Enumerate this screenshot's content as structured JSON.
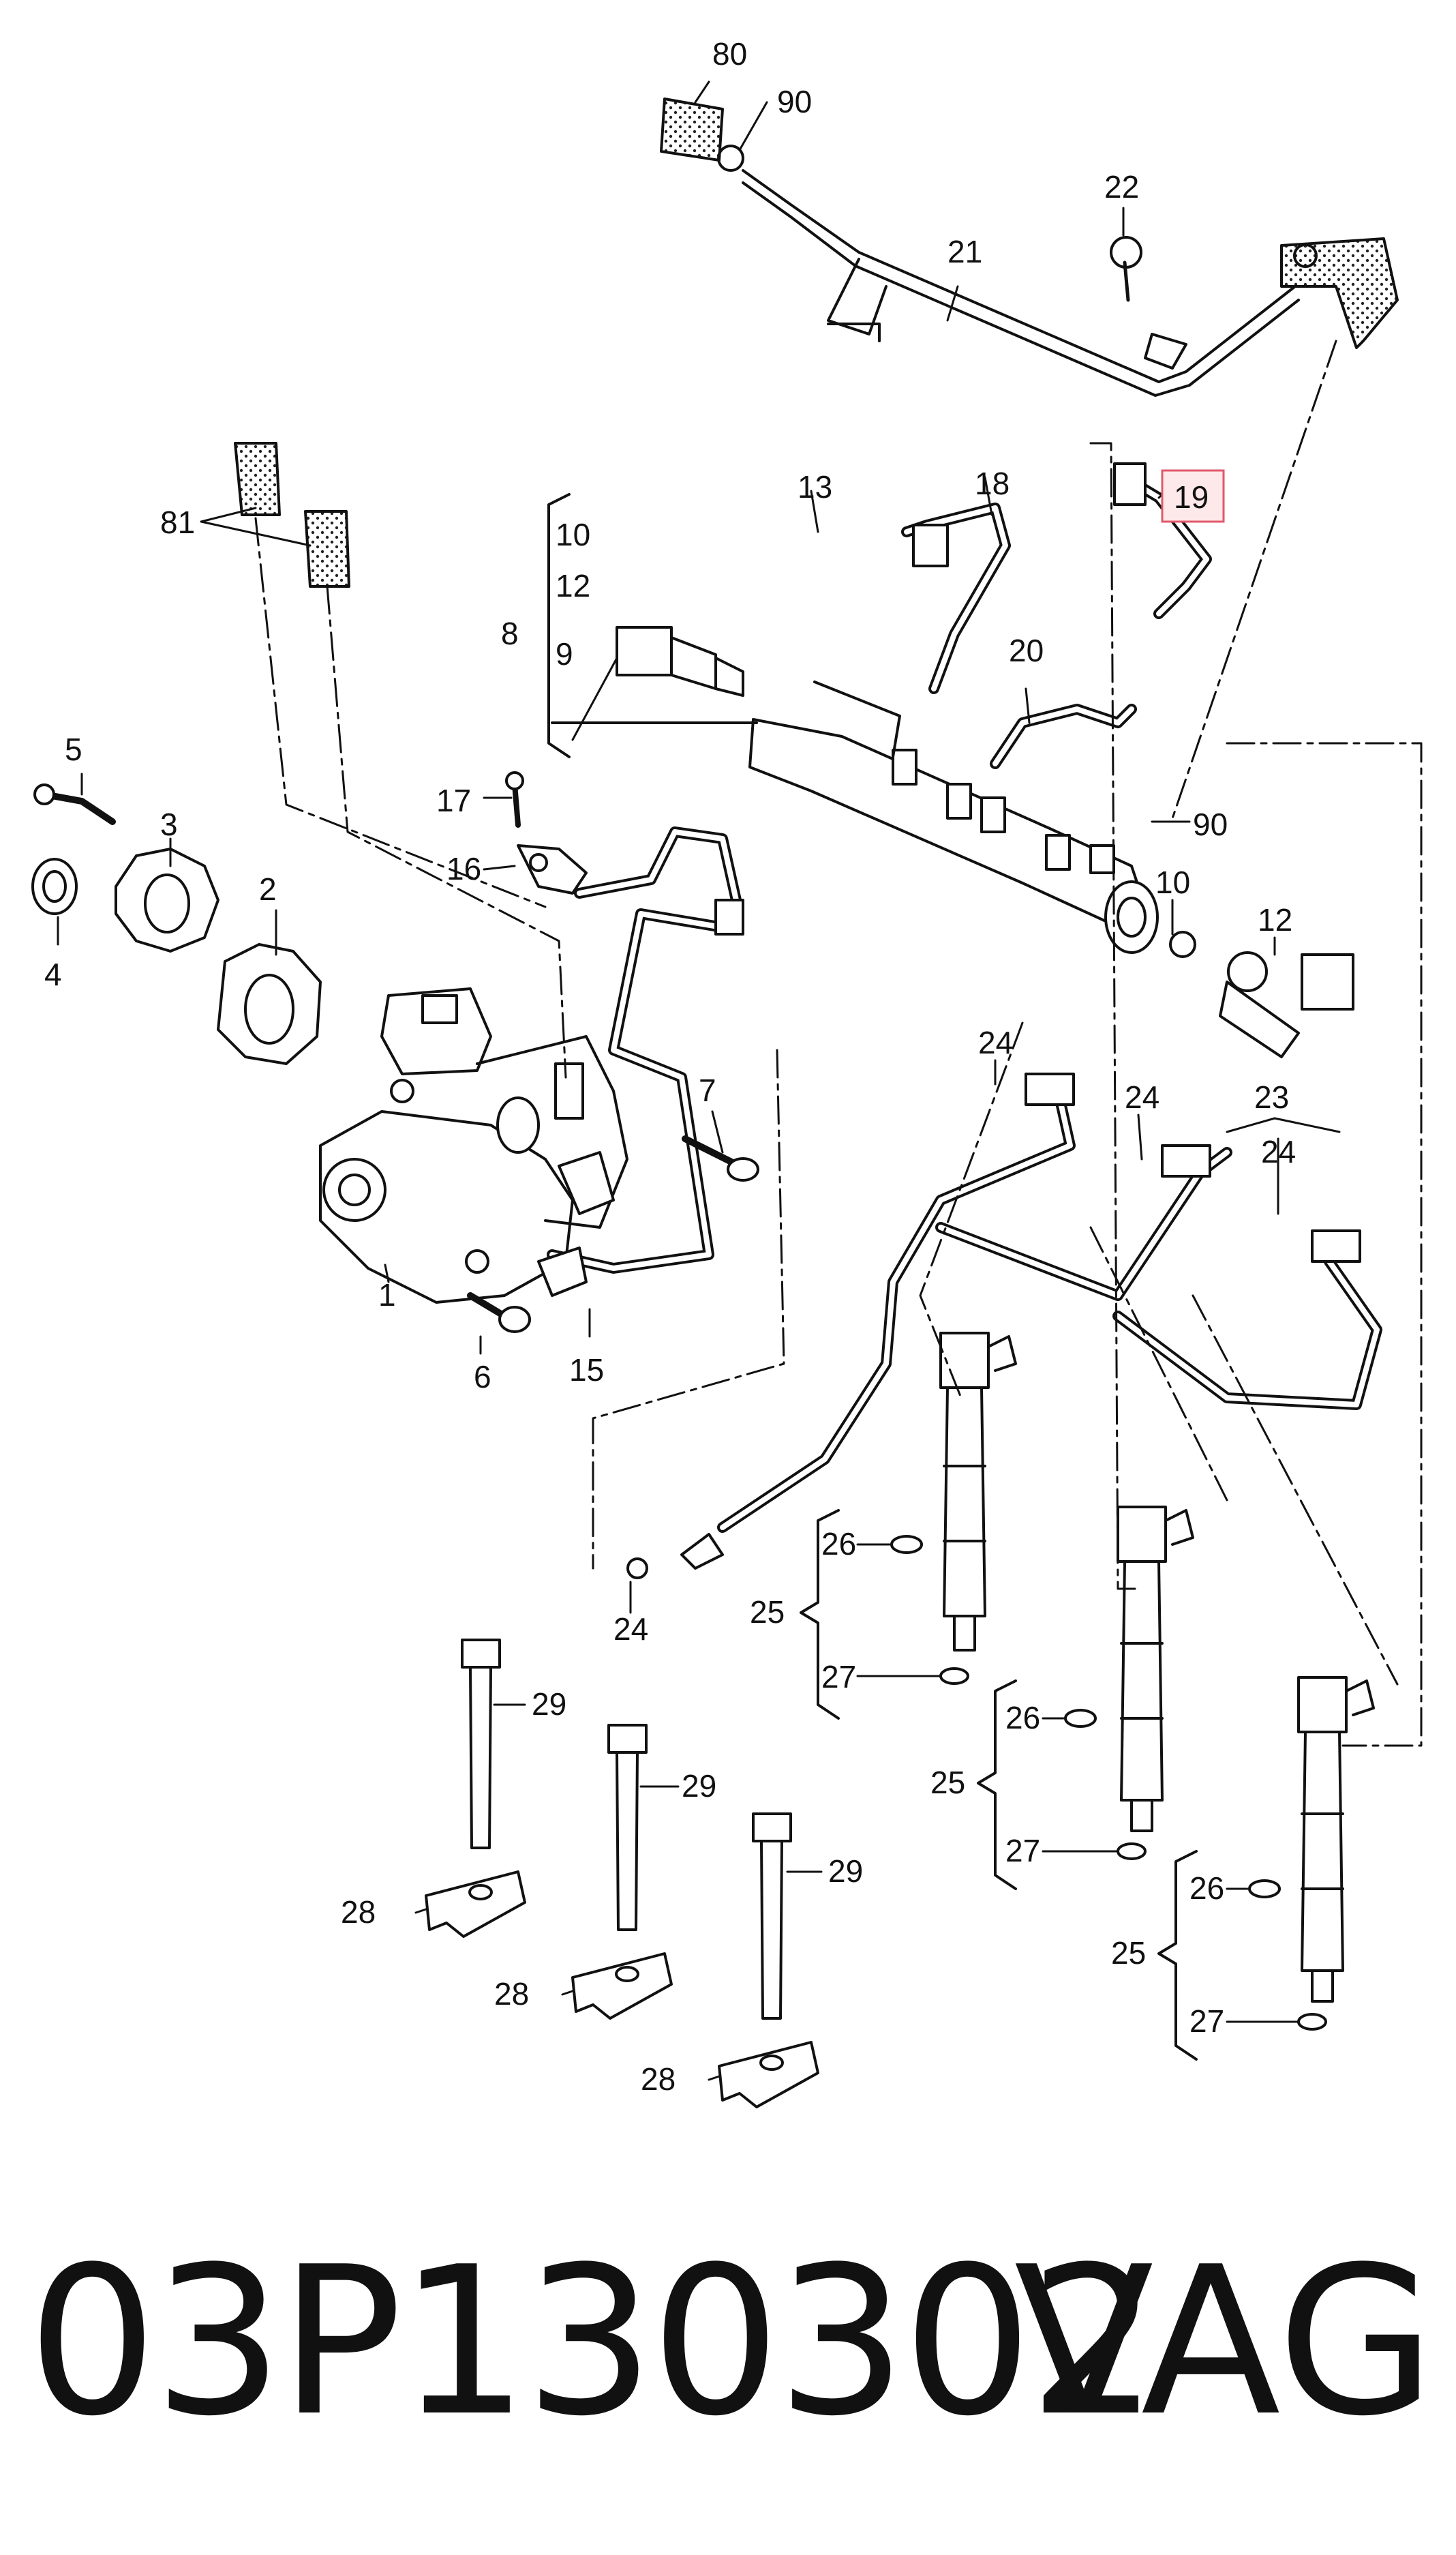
{
  "diagram": {
    "highlight_color": "#e05a6a",
    "highlight_fill": "#fde8ea",
    "callouts": {
      "c80": "80",
      "c90a": "90",
      "c22": "22",
      "c21": "21",
      "c81": "81",
      "c13": "13",
      "c18": "18",
      "c19": "19",
      "c10a": "10",
      "c12a": "12",
      "c8": "8",
      "c9": "9",
      "c20": "20",
      "c90b": "90",
      "c5": "5",
      "c3": "3",
      "c2": "2",
      "c4": "4",
      "c17": "17",
      "c16": "16",
      "c10b": "10",
      "c12b": "12",
      "c7": "7",
      "c1": "1",
      "c6": "6",
      "c15": "15",
      "c24a": "24",
      "c24b": "24",
      "c24c": "24",
      "c24d": "24",
      "c23": "23",
      "c26a": "26",
      "c25a": "25",
      "c27a": "27",
      "c26b": "26",
      "c25b": "25",
      "c27b": "27",
      "c26c": "26",
      "c25c": "25",
      "c27c": "27",
      "c29a": "29",
      "c28a": "28",
      "c29b": "29",
      "c28b": "28",
      "c29c": "29",
      "c28c": "28"
    }
  },
  "footer": {
    "part_number": "03P130302",
    "brand": "VAG"
  }
}
